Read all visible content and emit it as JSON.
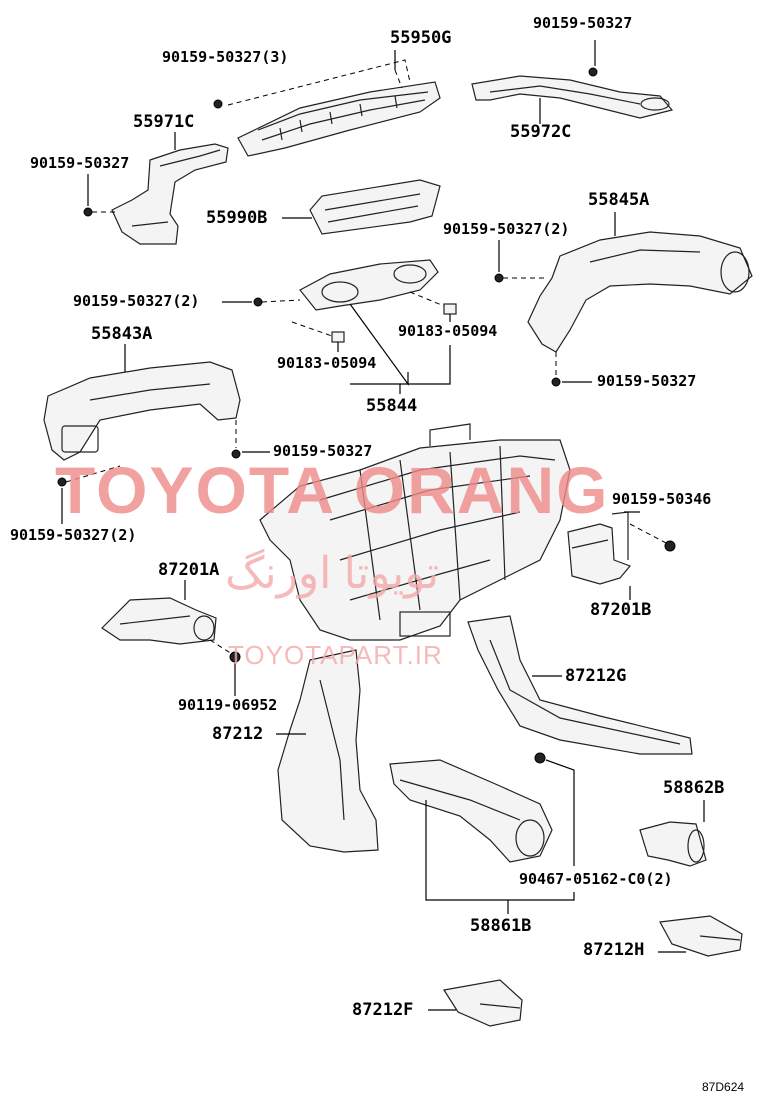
{
  "diagram": {
    "watermark": {
      "main": "TOYOTA ORANG",
      "persian": "تویوتا اورنگ",
      "url": "TOYOTAPART.IR"
    },
    "image_code": "87D624",
    "labels": {
      "p55950G": "55950G",
      "p90159_50327_3": "90159-50327(3)",
      "p90159_50327_top": "90159-50327",
      "p55972C": "55972C",
      "p55971C": "55971C",
      "p90159_50327_left": "90159-50327",
      "p55990B": "55990B",
      "p55845A": "55845A",
      "p90159_50327_2_right": "90159-50327(2)",
      "p90159_50327_2_mid": "90159-50327(2)",
      "p90183_05094_right": "90183-05094",
      "p55843A": "55843A",
      "p90183_05094_left": "90183-05094",
      "p55844": "55844",
      "p90159_50327_right_low": "90159-50327",
      "p90159_50327_center": "90159-50327",
      "p90159_50327_2_left": "90159-50327(2)",
      "p90159_50346": "90159-50346",
      "p87201A": "87201A",
      "p87201B": "87201B",
      "p87212G": "87212G",
      "p90119_06952": "90119-06952",
      "p87212": "87212",
      "p58862B": "58862B",
      "p90467": "90467-05162-C0(2)",
      "p58861B": "58861B",
      "p87212H": "87212H",
      "p87212F": "87212F"
    }
  }
}
